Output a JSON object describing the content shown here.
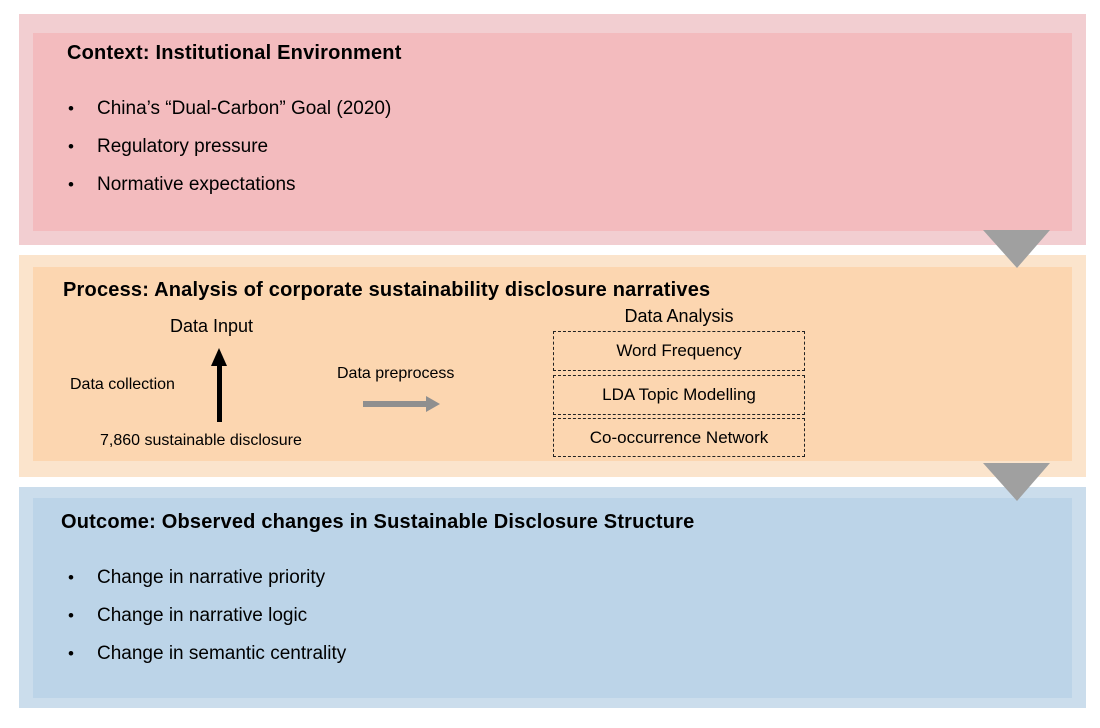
{
  "colors": {
    "context_outer": "#F2CED1",
    "context_inner": "#F3BBBE",
    "process_outer": "#FBE4CC",
    "process_inner": "#FCD6B0",
    "outcome_outer": "#CBDDEC",
    "outcome_inner": "#BCD4E8",
    "connector_gray": "#A0A0A0",
    "flow_arrow_gray": "#8F8F8F",
    "flow_arrow_black": "#000000"
  },
  "context": {
    "title": "Context: Institutional Environment",
    "bullets": [
      "China’s “Dual-Carbon” Goal (2020)",
      "Regulatory pressure",
      "Normative expectations"
    ]
  },
  "process": {
    "title": "Process: Analysis of corporate sustainability disclosure narratives",
    "data_input_label": "Data Input",
    "data_collection_label": "Data collection",
    "source_count_label": "7,860 sustainable disclosure",
    "data_preprocess_label": "Data preprocess",
    "data_analysis_label": "Data Analysis",
    "analysis_methods": [
      "Word Frequency",
      "LDA Topic Modelling",
      "Co-occurrence Network"
    ]
  },
  "outcome": {
    "title": "Outcome: Observed changes in Sustainable Disclosure Structure",
    "bullets": [
      "Change in narrative priority",
      "Change in narrative logic",
      "Change in semantic centrality"
    ]
  }
}
